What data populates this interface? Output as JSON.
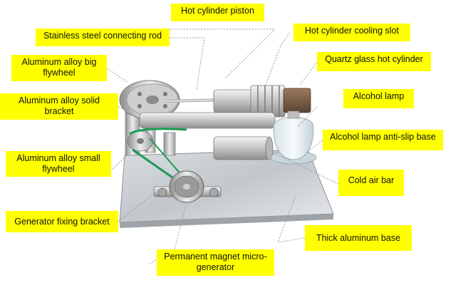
{
  "labels": {
    "hot_cylinder_piston": "Hot cylinder piston",
    "stainless_steel_connecting_rod": "Stainless steel connecting rod",
    "hot_cylinder_cooling_slot": "Hot cylinder cooling slot",
    "aluminum_alloy_big_flywheel": "Aluminum alloy big\nflywheel",
    "quartz_glass_hot_cylinder": "Quartz glass hot cylinder",
    "aluminum_alloy_solid_bracket": "Aluminum alloy solid\nbracket",
    "alcohol_lamp": "Alcohol lamp",
    "alcohol_lamp_anti_slip_base": "Alcohol lamp anti-slip base",
    "aluminum_alloy_small_flywheel": "Aluminum alloy small\nflywheel",
    "cold_air_bar": "Cold air bar",
    "generator_fixing_bracket": "Generator fixing bracket",
    "thick_aluminum_base": "Thick aluminum base",
    "permanent_magnet_micro_generator": "Permanent magnet micro-\ngenerator"
  },
  "colors": {
    "label_background": "#ffff00",
    "leader_line": "#9a9a9a",
    "belt": "#1f9a55"
  }
}
